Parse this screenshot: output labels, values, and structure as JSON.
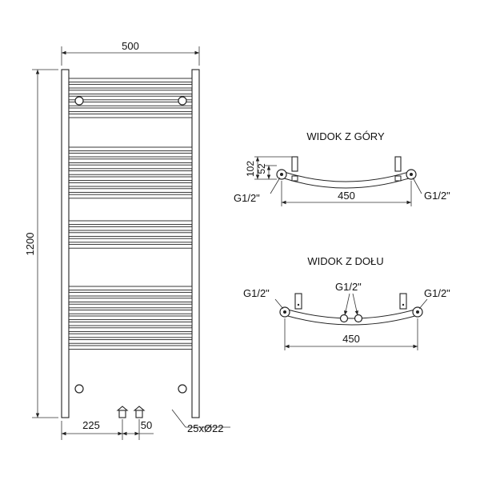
{
  "front_view": {
    "width_label": "500",
    "height_label": "1200",
    "left_offset_label": "225",
    "valve_spacing_label": "50",
    "tube_label": "25xØ22"
  },
  "top_view": {
    "title": "WIDOK Z GÓRY",
    "depth_label": "102",
    "inner_depth_label": "52",
    "span_label": "450",
    "thread_left": "G1/2\"",
    "thread_right": "G1/2\""
  },
  "bottom_view": {
    "title": "WIDOK Z DOŁU",
    "span_label": "450",
    "thread_left": "G1/2\"",
    "thread_center": "G1/2\"",
    "thread_right": "G1/2\""
  }
}
